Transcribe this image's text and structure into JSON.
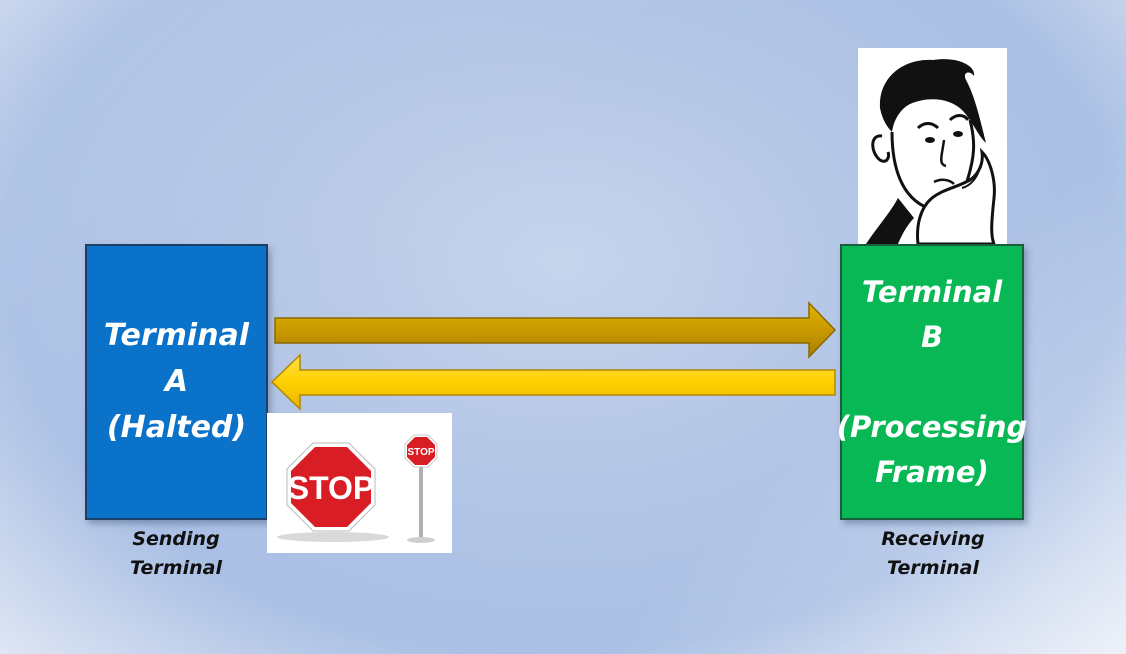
{
  "terminal_a": {
    "line1": "Terminal",
    "line2": "A",
    "line3": "(Halted)"
  },
  "terminal_b": {
    "line1": "Terminal",
    "line2": "B",
    "line3": "(Processing",
    "line4": "Frame)"
  },
  "caption_a": {
    "line1": "Sending",
    "line2": "Terminal"
  },
  "caption_b": {
    "line1": "Receiving",
    "line2": "Terminal"
  },
  "stop_sign": {
    "big_text": "STOP",
    "small_text": "STOP"
  },
  "colors": {
    "terminal_a": "#0a72c8",
    "terminal_b": "#08b854",
    "arrow_right": "#c89c00",
    "arrow_left": "#ffd000",
    "stop_red": "#d81e24"
  }
}
